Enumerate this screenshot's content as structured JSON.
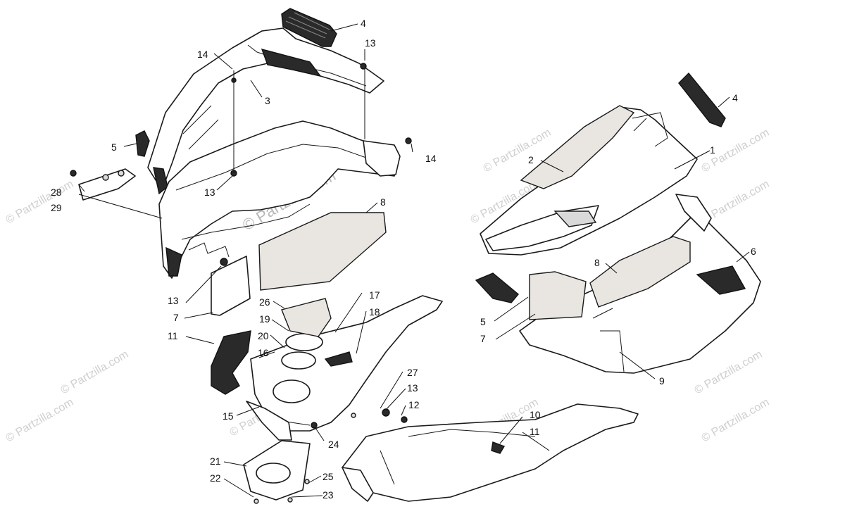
{
  "watermark": {
    "text": "© Partzilla.com"
  },
  "callouts": {
    "c1": "1",
    "c2": "2",
    "c3": "3",
    "c4a": "4",
    "c4b": "4",
    "c5a": "5",
    "c5b": "5",
    "c6": "6",
    "c7a": "7",
    "c7b": "7",
    "c8a": "8",
    "c8b": "8",
    "c9": "9",
    "c10": "10",
    "c11a": "11",
    "c11b": "11",
    "c12": "12",
    "c13a": "13",
    "c13b": "13",
    "c13c": "13",
    "c13d": "13",
    "c14a": "14",
    "c14b": "14",
    "c15": "15",
    "c16": "16",
    "c17": "17",
    "c18": "18",
    "c19": "19",
    "c20": "20",
    "c21": "21",
    "c22": "22",
    "c23": "23",
    "c24": "24",
    "c25": "25",
    "c26": "26",
    "c27": "27",
    "c28": "28",
    "c29": "29"
  }
}
